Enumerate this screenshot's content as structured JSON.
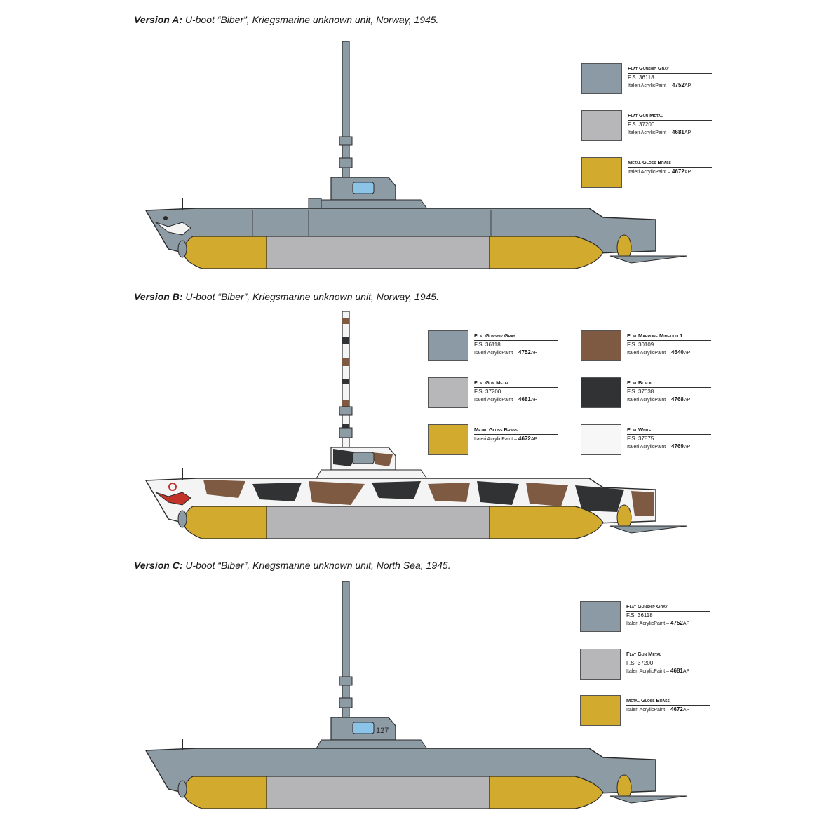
{
  "versions": [
    {
      "label": "Version A:",
      "caption": "U-boot “Biber”, Kriegsmarine unknown unit, Norway, 1945.",
      "scheme": "A",
      "paints": [
        {
          "name": "Flat Gunship Gray",
          "fs": "F.S. 36118",
          "ap_prefix": "Italeri AcrylicPaint –",
          "ap_code": "4752",
          "ap_suffix": "AP",
          "color": "#8b9aa4"
        },
        {
          "name": "Flat Gun Metal",
          "fs": "F.S. 37200",
          "ap_prefix": "Italeri AcrylicPaint –",
          "ap_code": "4681",
          "ap_suffix": "AP",
          "color": "#b7b7b9"
        },
        {
          "name": "Metal Gloss Brass",
          "fs": "",
          "ap_prefix": "Italeri AcrylicPaint –",
          "ap_code": "4672",
          "ap_suffix": "AP",
          "color": "#d2aa2e"
        }
      ]
    },
    {
      "label": "Version B:",
      "caption": "U-boot “Biber”, Kriegsmarine unknown unit, Norway, 1945.",
      "scheme": "B",
      "paints": [
        {
          "name": "Flat Gunship Gray",
          "fs": "F.S. 36118",
          "ap_prefix": "Italeri AcrylicPaint –",
          "ap_code": "4752",
          "ap_suffix": "AP",
          "color": "#8b9aa4"
        },
        {
          "name": "Flat Gun Metal",
          "fs": "F.S. 37200",
          "ap_prefix": "Italeri AcrylicPaint –",
          "ap_code": "4681",
          "ap_suffix": "AP",
          "color": "#b7b7b9"
        },
        {
          "name": "Metal Gloss Brass",
          "fs": "",
          "ap_prefix": "Italeri AcrylicPaint –",
          "ap_code": "4672",
          "ap_suffix": "AP",
          "color": "#d2aa2e"
        },
        {
          "name": "Flat Marrone Mimetico 1",
          "fs": "F.S. 30109",
          "ap_prefix": "Italeri AcrylicPaint –",
          "ap_code": "4640",
          "ap_suffix": "AP",
          "color": "#7e5a43"
        },
        {
          "name": "Flat Black",
          "fs": "F.S. 37038",
          "ap_prefix": "Italeri AcrylicPaint –",
          "ap_code": "4768",
          "ap_suffix": "AP",
          "color": "#303233"
        },
        {
          "name": "Flat White",
          "fs": "F.S. 37875",
          "ap_prefix": "Italeri AcrylicPaint –",
          "ap_code": "4769",
          "ap_suffix": "AP",
          "color": "#f7f7f7"
        }
      ]
    },
    {
      "label": "Version C:",
      "caption": "U-boot “Biber”, Kriegsmarine unknown unit, North Sea, 1945.",
      "scheme": "C",
      "hull_number": "127",
      "paints": [
        {
          "name": "Flat Gunship Gray",
          "fs": "F.S. 36118",
          "ap_prefix": "Italeri AcrylicPaint –",
          "ap_code": "4752",
          "ap_suffix": "AP",
          "color": "#8b9aa4"
        },
        {
          "name": "Flat Gun Metal",
          "fs": "F.S. 37200",
          "ap_prefix": "Italeri AcrylicPaint –",
          "ap_code": "4681",
          "ap_suffix": "AP",
          "color": "#b7b7b9"
        },
        {
          "name": "Metal Gloss Brass",
          "fs": "",
          "ap_prefix": "Italeri AcrylicPaint –",
          "ap_code": "4672",
          "ap_suffix": "AP",
          "color": "#d2aa2e"
        }
      ]
    }
  ],
  "colors": {
    "hull_gray": "#8d9ba5",
    "gun_metal": "#b5b5b7",
    "brass": "#d2aa2e",
    "brown": "#7e5a43",
    "black": "#303233",
    "white": "#f4f4f4",
    "outline": "#2a2a2a",
    "window": "#8cc4e8"
  }
}
